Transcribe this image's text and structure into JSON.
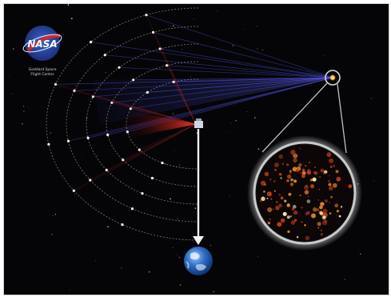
{
  "logo": {
    "wordmark": "NASA",
    "caption_line1": "Goddard Space",
    "caption_line2": "Flight Center"
  },
  "colors": {
    "background": "#050507",
    "beam_blue": "#4a4dd8",
    "beam_red": "#e02a2a",
    "ring": "#bfc0c2",
    "orbit_dots": "#f3f3ea",
    "star_glow": "#ffb63c"
  },
  "icons": [
    "nasa-logo",
    "target-star",
    "spacecraft",
    "earth",
    "zoomed-star-disk"
  ]
}
